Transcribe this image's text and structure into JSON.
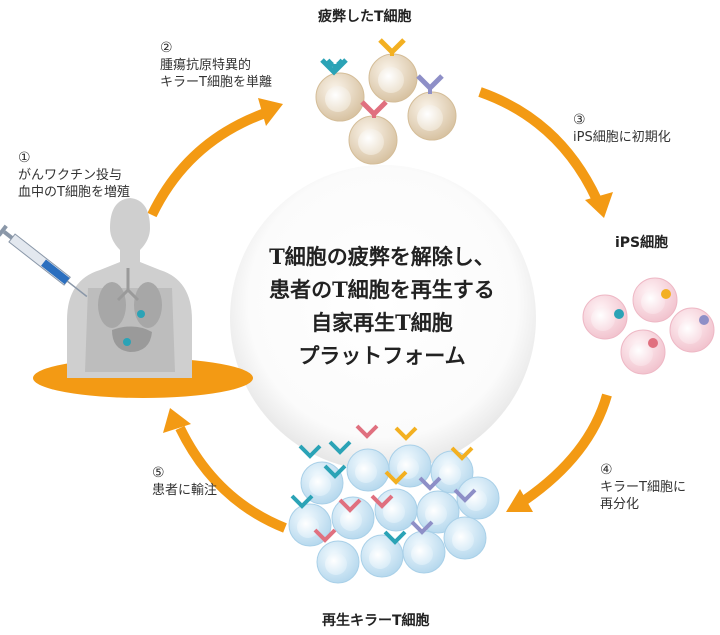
{
  "stages": {
    "exhausted": "疲弊したT細胞",
    "ips": "iPS細胞",
    "killer": "再生キラーT細胞"
  },
  "steps": [
    {
      "num": "①",
      "lines": [
        "がんワクチン投与",
        "血中のT細胞を増殖"
      ]
    },
    {
      "num": "②",
      "lines": [
        "腫瘍抗原特異的",
        "キラーT細胞を単離"
      ]
    },
    {
      "num": "③",
      "lines": [
        "iPS細胞に初期化"
      ]
    },
    {
      "num": "④",
      "lines": [
        "キラーT細胞に",
        "再分化"
      ]
    },
    {
      "num": "⑤",
      "lines": [
        "患者に輸注"
      ]
    }
  ],
  "center": {
    "lines": [
      "T細胞の疲弊を解除し、",
      "患者のT細胞を再生する",
      "自家再生T細胞",
      "プラットフォーム"
    ]
  },
  "colors": {
    "arrow": "#F39A14",
    "teal": "#2BA3B6",
    "yellow": "#F3B021",
    "purple": "#8E8FC7",
    "pink": "#E0707F",
    "blue_cell": "#C8E3F3",
    "tan_cell": "#E9D8BF",
    "pink_cell": "#F7D6DE"
  }
}
